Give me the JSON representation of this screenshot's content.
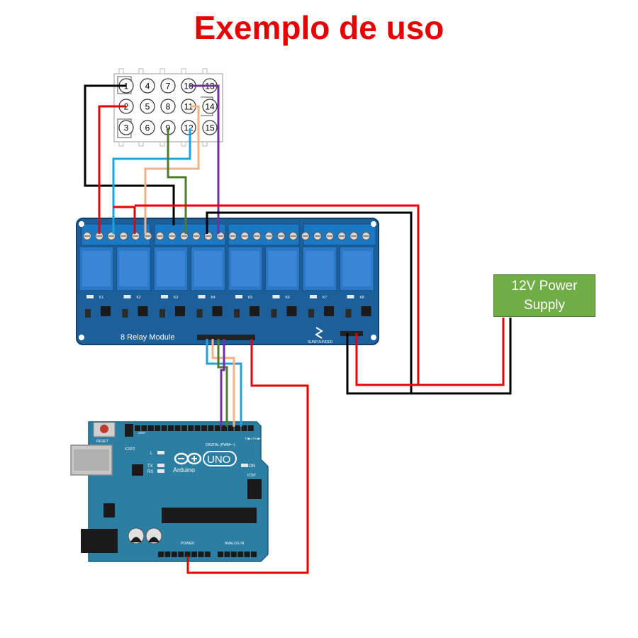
{
  "title": "Exemplo de uso",
  "colors": {
    "title": "#e60000",
    "psu_fill": "#71ad47",
    "psu_text": "#ffffff",
    "board_blue": "#1d5f9a",
    "relay_blue": "#2a78c8",
    "terminal_blue": "#1b79c4",
    "arduino_teal": "#2c7fa3",
    "wire_black": "#000000",
    "wire_red": "#e60000",
    "wire_purple": "#7030a0",
    "wire_green": "#4f7b2e",
    "wire_cyan": "#1aa3e0",
    "wire_tan": "#f4b183"
  },
  "connector": {
    "pins": [
      {
        "label": "1",
        "col": 0,
        "row": 0
      },
      {
        "label": "2",
        "col": 0,
        "row": 1
      },
      {
        "label": "3",
        "col": 0,
        "row": 2
      },
      {
        "label": "4",
        "col": 1,
        "row": 0
      },
      {
        "label": "5",
        "col": 1,
        "row": 1
      },
      {
        "label": "6",
        "col": 1,
        "row": 2
      },
      {
        "label": "7",
        "col": 2,
        "row": 0
      },
      {
        "label": "8",
        "col": 2,
        "row": 1
      },
      {
        "label": "9",
        "col": 2,
        "row": 2
      },
      {
        "label": "10",
        "col": 3,
        "row": 0
      },
      {
        "label": "11",
        "col": 3,
        "row": 1
      },
      {
        "label": "12",
        "col": 3,
        "row": 2
      },
      {
        "label": "13",
        "col": 4,
        "row": 0
      },
      {
        "label": "14",
        "col": 4,
        "row": 1
      },
      {
        "label": "15",
        "col": 4,
        "row": 2
      }
    ]
  },
  "relay_module": {
    "label": "8 Relay Module",
    "brand": "SUNFOUNDER",
    "relay_count": 8,
    "channel_labels": [
      "K1",
      "K2",
      "K3",
      "K4",
      "K5",
      "K6",
      "K7",
      "K8"
    ]
  },
  "arduino": {
    "logo_text": "Arduino",
    "model": "UNO",
    "reset_label": "RESET",
    "icsp2_label": "ICSP2",
    "icsp_label": "ICSP",
    "digital_label": "DIGITAL (PWM=~)",
    "power_label": "POWER",
    "analog_label": "ANALOG IN",
    "on_label": "ON",
    "l_label": "L",
    "tx_label": "TX",
    "rx_label": "RX",
    "txrx_label": "TX▶1 RX◀0",
    "aref_label": "AREF"
  },
  "power_supply": {
    "line1": "12V Power",
    "line2": "Supply"
  }
}
